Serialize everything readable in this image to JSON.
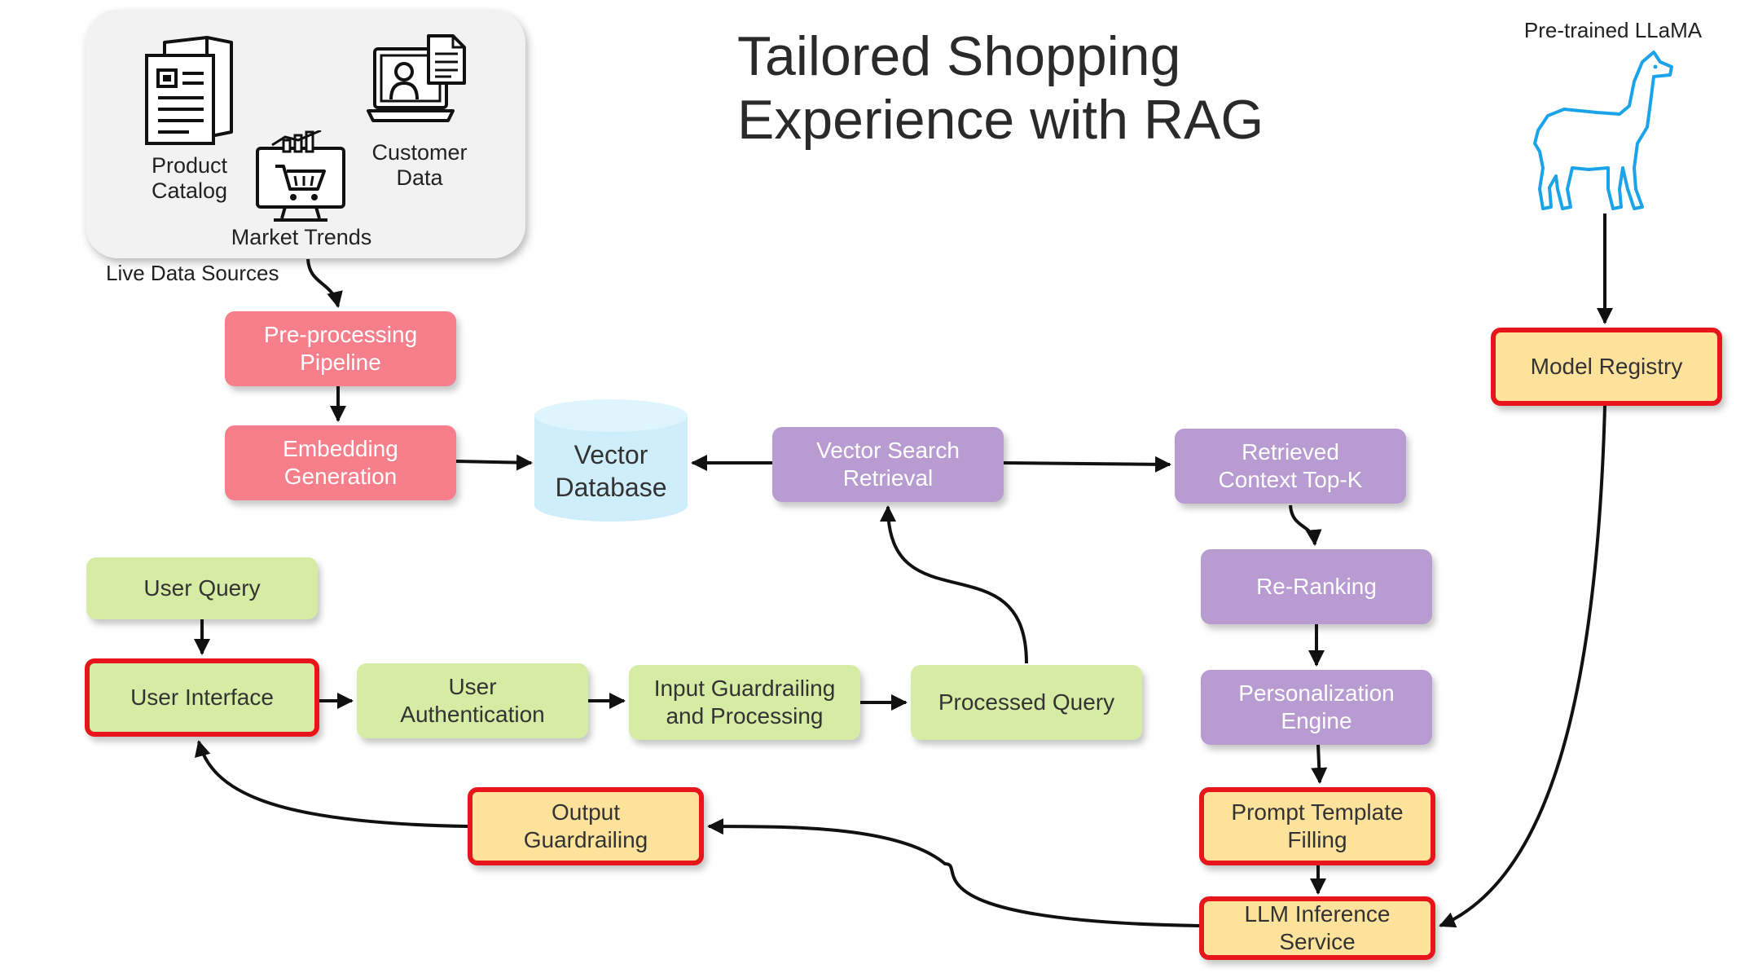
{
  "title": "Tailored Shopping\nExperience with RAG",
  "live_sources": {
    "caption": "Live Data Sources",
    "product_catalog": "Product\nCatalog",
    "customer_data": "Customer\nData",
    "market_trends": "Market Trends"
  },
  "llama_label": "Pre-trained LLaMA",
  "nodes": {
    "preprocessing": "Pre-processing\nPipeline",
    "embedding": "Embedding\nGeneration",
    "vector_db": "Vector\nDatabase",
    "vector_search": "Vector Search\nRetrieval",
    "retrieved_context": "Retrieved\nContext Top-K",
    "reranking": "Re-Ranking",
    "personalization": "Personalization\nEngine",
    "prompt_template": "Prompt Template\nFilling",
    "llm_inference": "LLM Inference\nService",
    "model_registry": "Model Registry",
    "user_query": "User Query",
    "user_interface": "User Interface",
    "user_auth": "User\nAuthentication",
    "input_guard": "Input Guardrailing\nand Processing",
    "processed_query": "Processed Query",
    "output_guard": "Output\nGuardrailing"
  },
  "colors": {
    "pink": "#f67f8b",
    "purple": "#b79bd1",
    "green": "#d6eca4",
    "orange": "#fde29c",
    "highlight_border": "#e8161b",
    "database": "#cdeefa",
    "llama": "#1aa3e8"
  },
  "icons": [
    "document-icon",
    "laptop-user-icon",
    "shopping-cart-monitor-icon",
    "llama-icon",
    "database-cylinder-icon"
  ]
}
